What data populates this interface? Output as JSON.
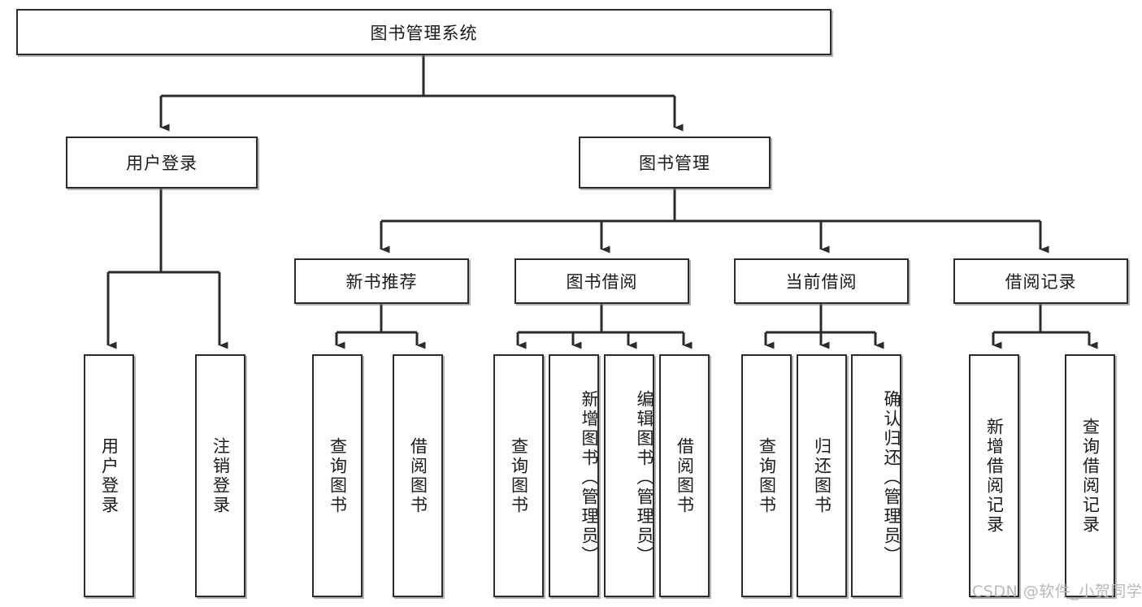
{
  "diagram": {
    "type": "tree-hierarchy-chart",
    "title": "图书管理系统",
    "colors": {
      "box_border": "#2b2b2b",
      "box_fill": "#ffffff",
      "connector": "#2b2b2b",
      "text": "#1a1a1a",
      "watermark": "#b9b9b9",
      "background": "#ffffff"
    },
    "root": {
      "label": "图书管理系统"
    },
    "level2": [
      {
        "id": "user-login",
        "label": "用户登录"
      },
      {
        "id": "book-management",
        "label": "图书管理"
      }
    ],
    "level3": [
      {
        "id": "new-book-recommend",
        "label": "新书推荐"
      },
      {
        "id": "book-borrow",
        "label": "图书借阅"
      },
      {
        "id": "current-borrow",
        "label": "当前借阅"
      },
      {
        "id": "borrow-record",
        "label": "借阅记录"
      }
    ],
    "leaves": {
      "user_login": [
        {
          "id": "leaf-user-login",
          "label": "用户登录"
        },
        {
          "id": "leaf-logout-login",
          "label": "注销登录"
        }
      ],
      "new_book_recommend": [
        {
          "id": "leaf-query-book-1",
          "label": "查询图书"
        },
        {
          "id": "leaf-borrow-book-1",
          "label": "借阅图书"
        }
      ],
      "book_borrow": [
        {
          "id": "leaf-query-book-2",
          "label": "查询图书"
        },
        {
          "id": "leaf-add-book",
          "label": "新增图书（管理员）"
        },
        {
          "id": "leaf-edit-book",
          "label": "编辑图书（管理员）"
        },
        {
          "id": "leaf-borrow-book-2",
          "label": "借阅图书"
        }
      ],
      "current_borrow": [
        {
          "id": "leaf-query-book-3",
          "label": "查询图书"
        },
        {
          "id": "leaf-return-book",
          "label": "归还图书"
        },
        {
          "id": "leaf-confirm-return",
          "label": "确认归还（管理员）"
        }
      ],
      "borrow_record": [
        {
          "id": "leaf-add-borrow-record",
          "label": "新增借阅记录"
        },
        {
          "id": "leaf-query-borrow-record",
          "label": "查询借阅记录"
        }
      ]
    }
  },
  "watermark": {
    "text": "CSDN @软件_小贺同学"
  }
}
